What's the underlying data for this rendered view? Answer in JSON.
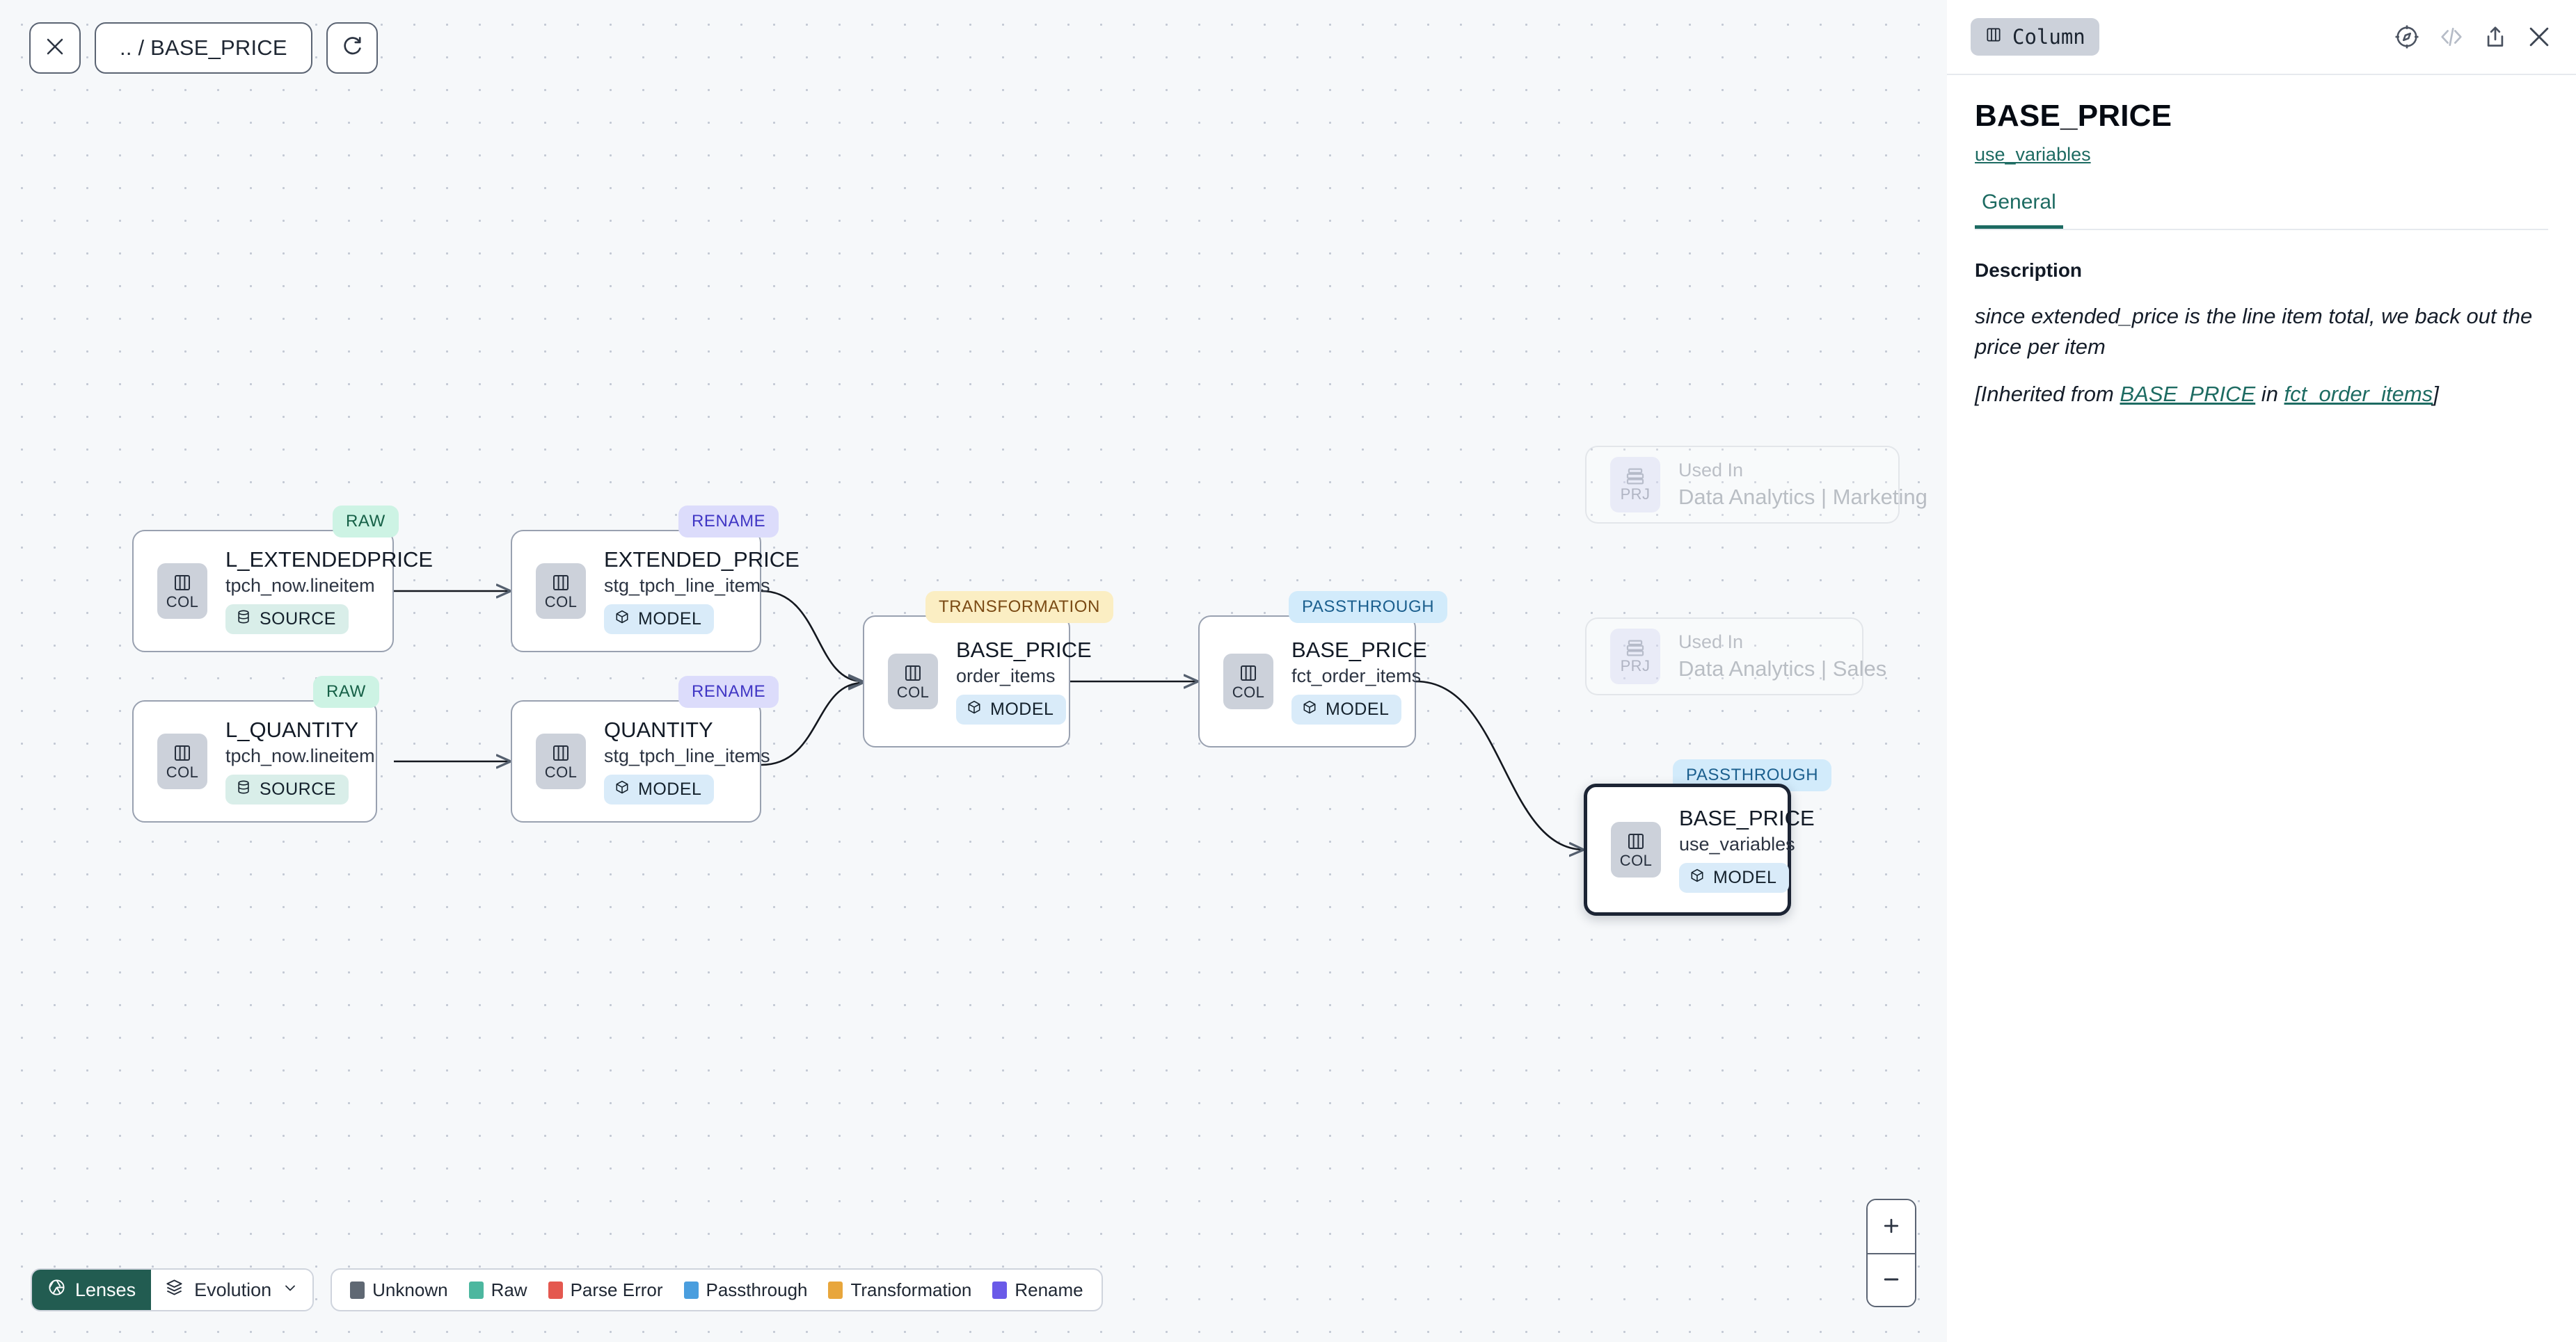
{
  "toolbar": {
    "close_icon": "close-icon",
    "breadcrumb": ".. / BASE_PRICE",
    "refresh_icon": "refresh-icon"
  },
  "graph": {
    "nodes": [
      {
        "id": "l_extendedprice",
        "tag": "RAW",
        "tag_kind": "raw",
        "title": "L_EXTENDEDPRICE",
        "subtitle": "tpch_now.lineitem",
        "badge": "COL",
        "chip": "SOURCE",
        "chip_kind": "source",
        "selected": false
      },
      {
        "id": "l_quantity",
        "tag": "RAW",
        "tag_kind": "raw",
        "title": "L_QUANTITY",
        "subtitle": "tpch_now.lineitem",
        "badge": "COL",
        "chip": "SOURCE",
        "chip_kind": "source",
        "selected": false
      },
      {
        "id": "extended_price",
        "tag": "RENAME",
        "tag_kind": "ren",
        "title": "EXTENDED_PRICE",
        "subtitle": "stg_tpch_line_items",
        "badge": "COL",
        "chip": "MODEL",
        "chip_kind": "model",
        "selected": false
      },
      {
        "id": "quantity",
        "tag": "RENAME",
        "tag_kind": "ren",
        "title": "QUANTITY",
        "subtitle": "stg_tpch_line_items",
        "badge": "COL",
        "chip": "MODEL",
        "chip_kind": "model",
        "selected": false
      },
      {
        "id": "base_price_oi",
        "tag": "TRANSFORMATION",
        "tag_kind": "trn",
        "title": "BASE_PRICE",
        "subtitle": "order_items",
        "badge": "COL",
        "chip": "MODEL",
        "chip_kind": "model",
        "selected": false
      },
      {
        "id": "base_price_fct",
        "tag": "PASSTHROUGH",
        "tag_kind": "pst",
        "title": "BASE_PRICE",
        "subtitle": "fct_order_items",
        "badge": "COL",
        "chip": "MODEL",
        "chip_kind": "model",
        "selected": false
      },
      {
        "id": "base_price_uv",
        "tag": "PASSTHROUGH",
        "tag_kind": "pst",
        "title": "BASE_PRICE",
        "subtitle": "use_variables",
        "badge": "COL",
        "chip": "MODEL",
        "chip_kind": "model",
        "selected": true
      }
    ],
    "used_in": [
      {
        "id": "used-marketing",
        "badge": "PRJ",
        "top": "Used In",
        "main": "Data Analytics | Marketing"
      },
      {
        "id": "used-sales",
        "badge": "PRJ",
        "top": "Used In",
        "main": "Data Analytics | Sales"
      }
    ]
  },
  "zoom_controls": {
    "zoom_in": "+",
    "zoom_out": "–"
  },
  "bottom": {
    "lenses_label": "Lenses",
    "evolution_label": "Evolution",
    "legend": [
      {
        "label": "Unknown",
        "color": "#5f6873"
      },
      {
        "label": "Raw",
        "color": "#4cb79f"
      },
      {
        "label": "Parse Error",
        "color": "#e4584f"
      },
      {
        "label": "Passthrough",
        "color": "#4a9ede"
      },
      {
        "label": "Transformation",
        "color": "#e8a63c"
      },
      {
        "label": "Rename",
        "color": "#6a5ae8"
      }
    ]
  },
  "panel": {
    "kind_label": "Column",
    "kind_icon": "column-icon",
    "icons": [
      "compass-icon",
      "code-icon",
      "share-icon",
      "close-icon"
    ],
    "title": "BASE_PRICE",
    "model_link": "use_variables",
    "tab_general": "General",
    "description_label": "Description",
    "description_text": "since extended_price is the line item total, we back out the price per item",
    "inherit_prefix": "[Inherited from ",
    "inherit_link_1": "BASE_PRICE",
    "inherit_mid": " in ",
    "inherit_link_2": "fct_order_items",
    "inherit_suffix": "]"
  }
}
